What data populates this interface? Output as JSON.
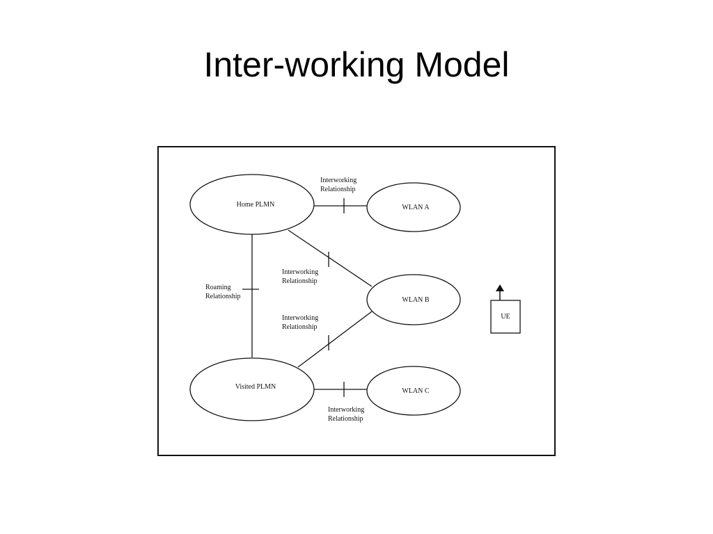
{
  "slide": {
    "title": "Inter-working Model"
  },
  "diagram": {
    "nodes": {
      "home_plmn": "Home PLMN",
      "visited_plmn": "Visited PLMN",
      "wlan_a": "WLAN A",
      "wlan_b": "WLAN B",
      "wlan_c": "WLAN C",
      "ue": "UE"
    },
    "edge_labels": {
      "home_wlan_a": [
        "Interworking",
        "Relationship"
      ],
      "home_wlan_b": [
        "Interworking",
        "Relationship"
      ],
      "visited_wlan_b": [
        "Interworking",
        "Relationship"
      ],
      "visited_wlan_c": [
        "Interworking",
        "Relationship"
      ],
      "roaming": [
        "Roaming",
        "Relationship"
      ]
    },
    "colors": {
      "stroke": "#111111",
      "background": "#ffffff"
    }
  }
}
